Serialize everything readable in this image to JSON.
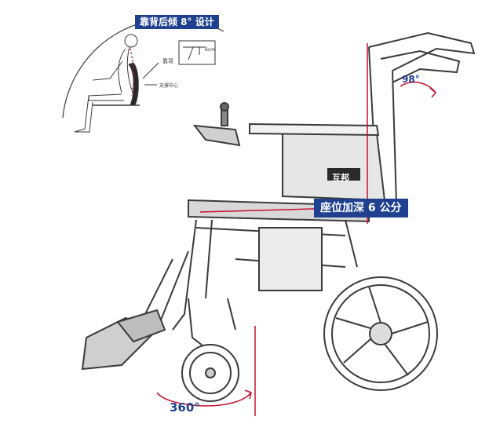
{
  "labels": {
    "title": "靠背后倾 8° 设计",
    "seat_depth": "座位加深 6 公分",
    "angle_back": "98°",
    "angle_wheel": "360°",
    "backrest_small": "靠背",
    "support_small": "支撑中心",
    "cm_small": "6cm",
    "brand": "互邦"
  },
  "colors": {
    "accent_blue": "#1f3f8f",
    "marker_red": "#c8102e",
    "line": "#3a3a3a"
  }
}
